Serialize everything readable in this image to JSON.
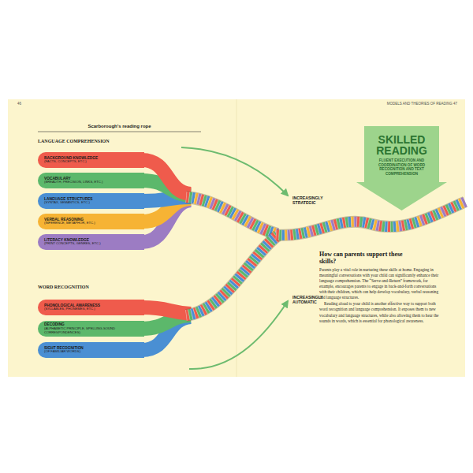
{
  "diagram": {
    "title": "Scarborough's reading rope",
    "nodes": [
      {
        "text": [
          "BACKGROUND KNOWLEDGE",
          "(FACTS, CONCEPTS, ETC.)"
        ]
      },
      {
        "text": [
          "VOCABULARY",
          "(BREADTH, PRECISION, LINKS, ETC.)"
        ]
      },
      {
        "text": [
          "LANGUAGE STRUCTURES",
          "(SYNTAX, SEMANTICS, ETC.)"
        ]
      },
      {
        "text": [
          "VERBAL REASONING",
          "(INFERENCE, METAPHOR, ETC.)"
        ]
      },
      {
        "text": [
          "LITERACY KNOWLEDGE",
          "(PRINT CONCEPTS, GENRES, ETC.)"
        ]
      },
      {
        "text": [
          "PHONOLOGICAL AWARENESS",
          "(SYLLABLES, PHONEMES, ETC.)"
        ]
      },
      {
        "text": [
          "DECODING",
          "(ALPHABETIC PRINCIPLE, SPELLING-SOUND CORRESPONDENCES)"
        ]
      },
      {
        "text": [
          "SIGHT RECOGNITION",
          "(OF FAMILIAR WORDS)"
        ]
      },
      {
        "text": [
          "SKILLED READING",
          "FLUENT EXECUTION AND COORDINATION OF WORD RECOGNITION AND TEXT COMPREHENSION"
        ]
      }
    ],
    "labels": [
      "46",
      "MODELS AND THEORIES OF READING 47",
      "LANGUAGE COMPREHENSION",
      "WORD RECOGNITION",
      "INCREASINGLY STRATEGIC",
      "INCREASINGLY AUTOMATIC",
      "How can parents support these skills?",
      "Parents play a vital role in nurturing these skills at home. Engaging in meaningful conversations with your child can significantly enhance their language comprehension. The “Serve-and-Return” framework, for example, encourages parents to engage in back-and-forth conversations with their children, which can help develop vocabulary, verbal reasoning and language structures.",
      "Reading aloud to your child is another effective way to support both word recognition and language comprehension. It exposes them to new vocabulary and language structures, while also allowing them to hear the sounds in words, which is essential for phonological awareness."
    ]
  }
}
